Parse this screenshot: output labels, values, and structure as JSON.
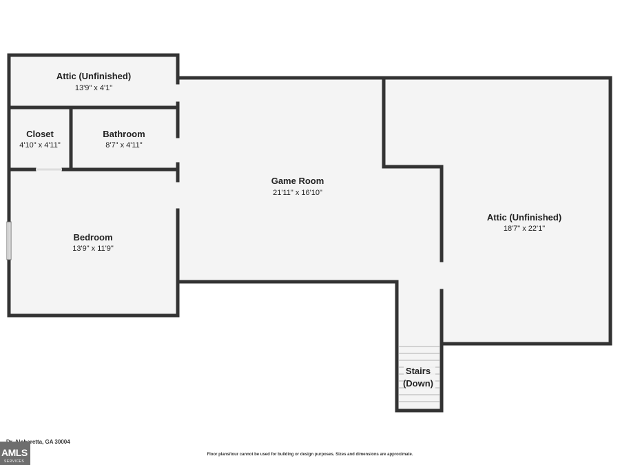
{
  "rooms": {
    "attic_top": {
      "name": "Attic (Unfinished)",
      "dims": "13'9\" x 4'1\""
    },
    "closet": {
      "name": "Closet",
      "dims": "4'10\" x 4'11\""
    },
    "bathroom": {
      "name": "Bathroom",
      "dims": "8'7\" x 4'11\""
    },
    "bedroom": {
      "name": "Bedroom",
      "dims": "13'9\" x 11'9\""
    },
    "game_room": {
      "name": "Game Room",
      "dims": "21'11\" x 16'10\""
    },
    "attic_right": {
      "name": "Attic (Unfinished)",
      "dims": "18'7\" x 22'1\""
    },
    "stairs": {
      "line1": "Stairs",
      "line2": "(Down)"
    }
  },
  "footer": {
    "address": "... Dr, Alpharetta, GA 30004",
    "disclaimer": "Floor plans/tour cannot be used for building or design purposes. Sizes and dimensions are approximate.",
    "logo_text": "AMLS",
    "logo_sub": "SERVICES"
  },
  "colors": {
    "wall": "#333333",
    "floor": "#f4f4f4"
  }
}
